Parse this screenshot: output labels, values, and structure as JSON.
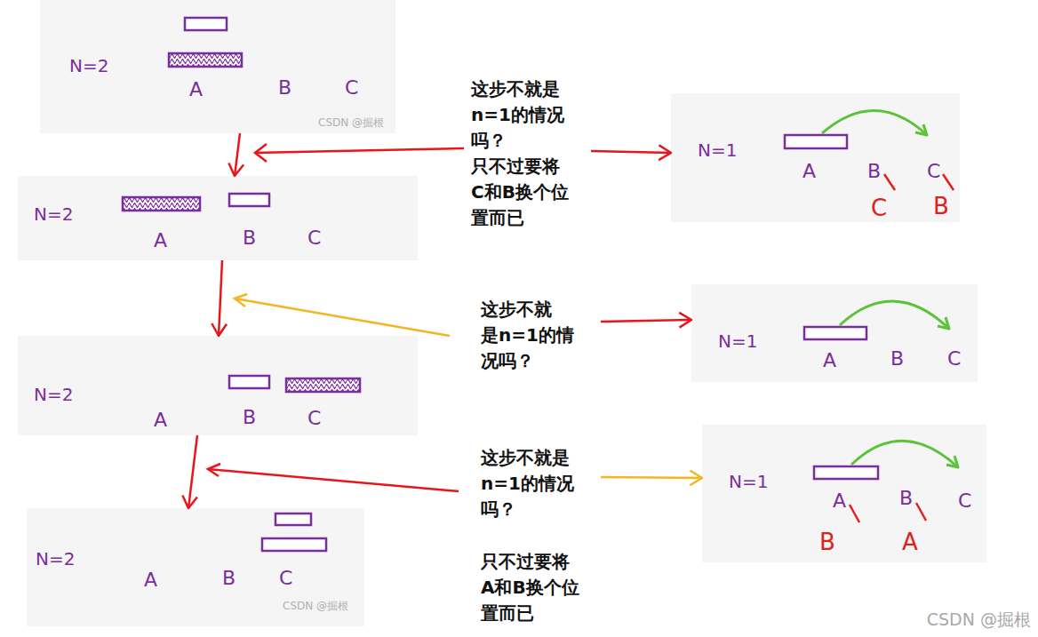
{
  "diagram": {
    "nodes": [
      {
        "text": [
          "N=2",
          "A",
          "B",
          "C",
          "CSDN @掘根"
        ]
      },
      {
        "text": [
          "这步不就是 n=1的情况 吗？",
          "只不过要将 C和B换个位 置而已"
        ]
      },
      {
        "text": [
          "N=1",
          "A",
          "B",
          "C",
          "C",
          "B"
        ]
      },
      {
        "text": [
          "N=2",
          "A",
          "B",
          "C"
        ]
      },
      {
        "text": [
          "这步不就 是n=1的情 况吗？"
        ]
      },
      {
        "text": [
          "N=1",
          "A",
          "B",
          "C"
        ]
      },
      {
        "text": [
          "N=2",
          "A",
          "B",
          "C"
        ]
      },
      {
        "text": [
          "这步不就是 n=1的情况 吗？",
          "只不过要将 A和B换个位 置而已"
        ]
      },
      {
        "text": [
          "N=1",
          "A",
          "B",
          "C",
          "B",
          "A"
        ]
      },
      {
        "text": [
          "N=2",
          "A",
          "B",
          "C",
          "CSDN @掘根"
        ]
      }
    ],
    "edges": [
      {
        "from": 0,
        "to": 3,
        "arrow": "to"
      },
      {
        "from": 3,
        "to": 6,
        "arrow": "to"
      },
      {
        "from": 6,
        "to": 9,
        "arrow": "to"
      },
      {
        "from": 1,
        "to": 2,
        "arrow": "to"
      },
      {
        "from": 4,
        "to": 5,
        "arrow": "to"
      },
      {
        "from": 7,
        "to": 8,
        "arrow": "to"
      }
    ],
    "labels": [
      "CSDN @掘根"
    ]
  }
}
